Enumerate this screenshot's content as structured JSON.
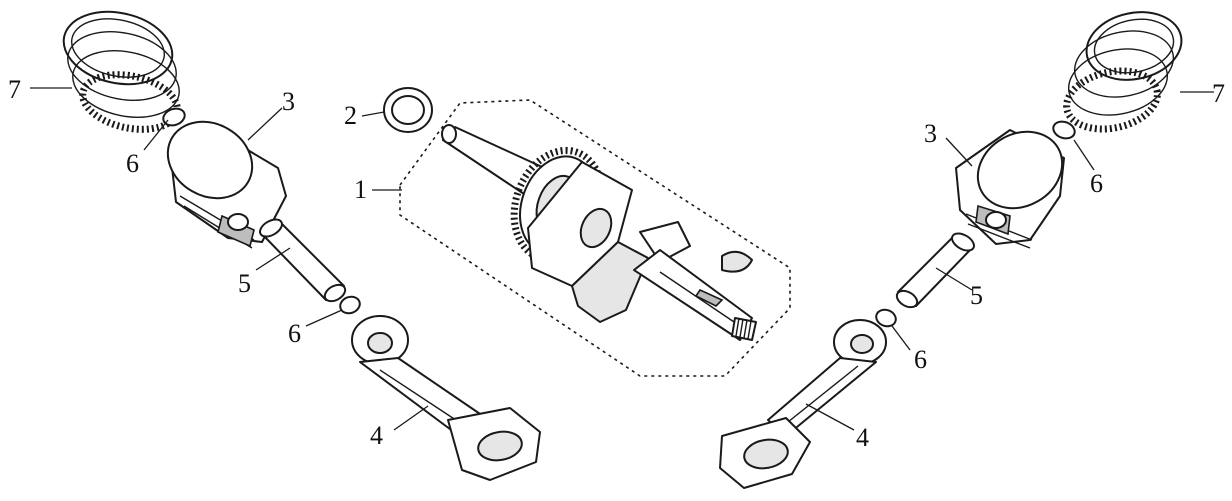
{
  "callouts": {
    "crankshaft": "1",
    "ring_gasket": "2",
    "piston_left": "3",
    "piston_right": "3",
    "conrod_left": "4",
    "conrod_right": "4",
    "pin_left": "5",
    "pin_right": "5",
    "circlip_left_top": "6",
    "circlip_left_bottom": "6",
    "circlip_right_top": "6",
    "circlip_right_bottom": "6",
    "rings_left": "7",
    "rings_right": "7"
  },
  "icons": {
    "crankshaft": "crankshaft-icon",
    "piston": "piston-icon",
    "piston_rings": "piston-rings-icon",
    "piston_pin": "piston-pin-icon",
    "circlip": "circlip-icon",
    "connecting_rod": "connecting-rod-icon",
    "gasket": "ring-gasket-icon",
    "key": "woodruff-key-icon"
  }
}
